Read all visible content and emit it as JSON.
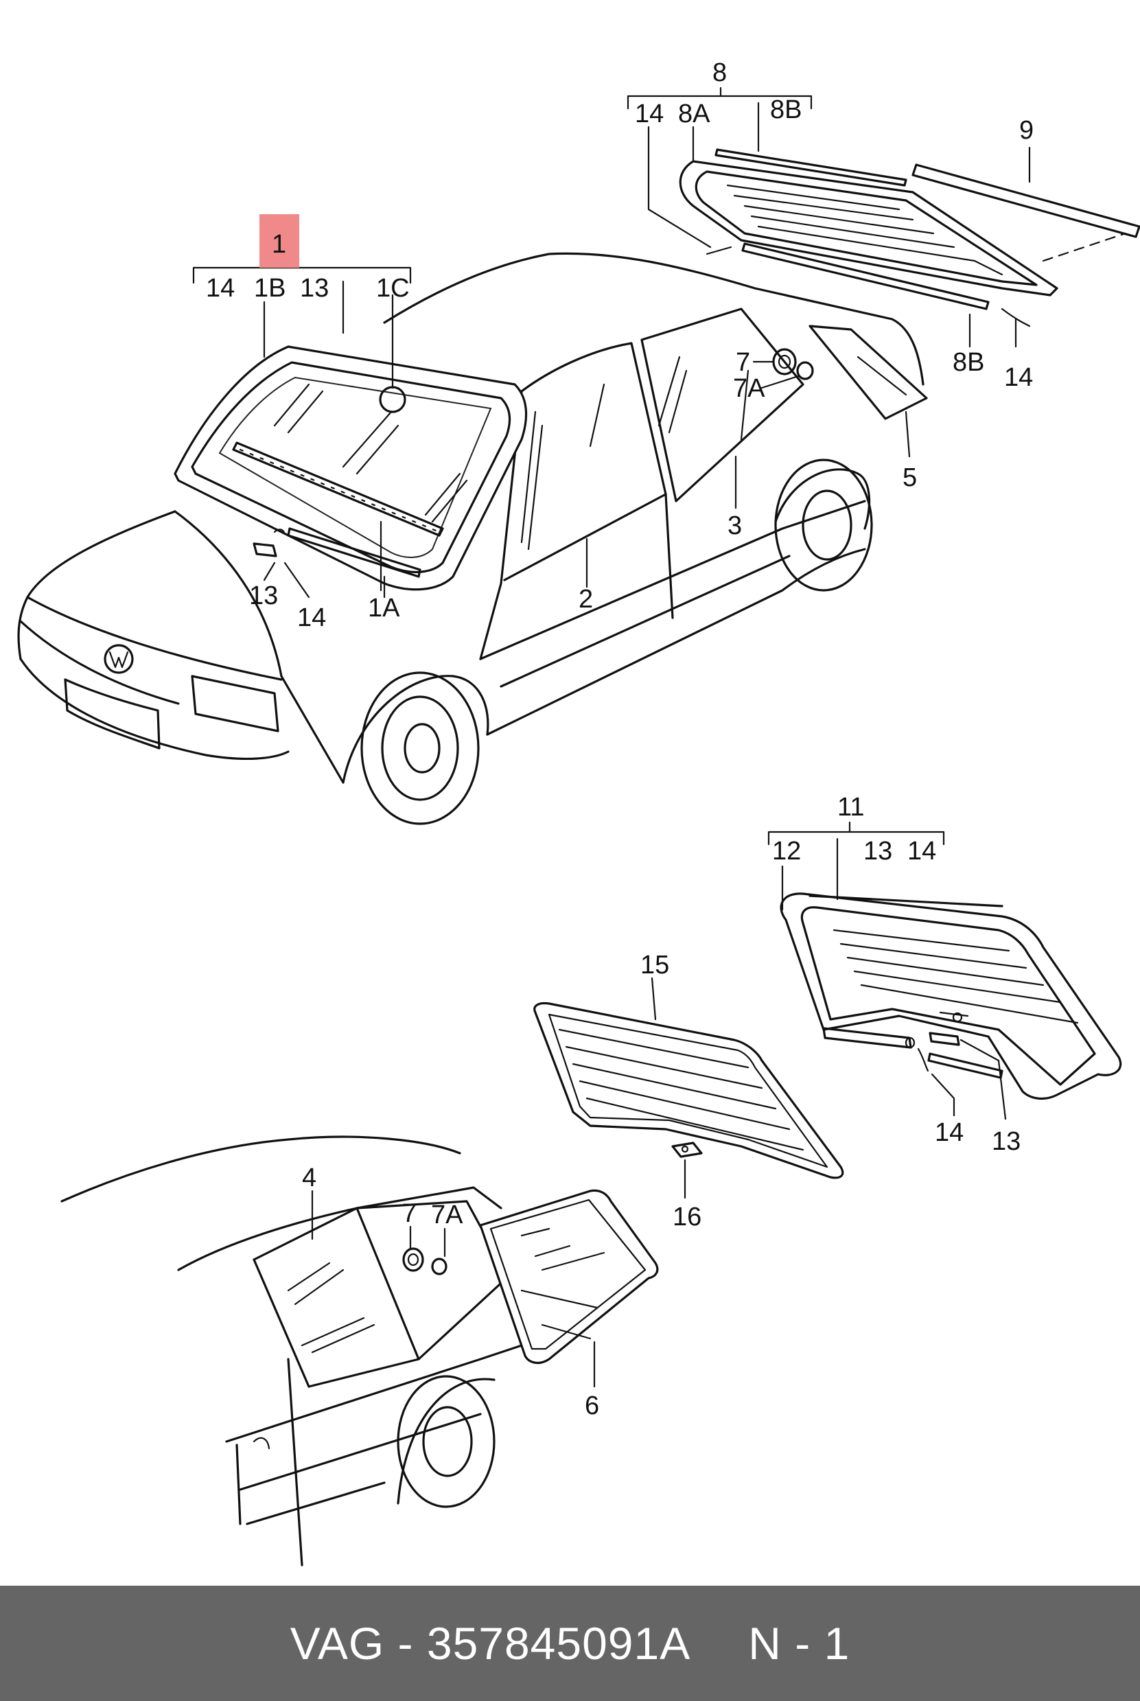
{
  "callouts": {
    "c1": "1",
    "c14a": "14",
    "c1b": "1B",
    "c13a": "13",
    "c1c": "1C",
    "c13b": "13",
    "c14b": "14",
    "c1a": "1A",
    "c2": "2",
    "c3": "3",
    "c7a_top": "7",
    "c7aa_top": "7A",
    "c5": "5",
    "c8": "8",
    "c14c": "14",
    "c8a": "8A",
    "c8b_top": "8B",
    "c9": "9",
    "c8b_bot": "8B",
    "c14d": "14",
    "c11": "11",
    "c12": "12",
    "c13c": "13",
    "c14e": "14",
    "c14f": "14",
    "c13d": "13",
    "c15": "15",
    "c16": "16",
    "c4": "4",
    "c7_bot": "7",
    "c7a_bot": "7A",
    "c6": "6"
  },
  "highlight_color": "#f08a8a",
  "footer": {
    "brand": "VAG",
    "separator": " - ",
    "part_number": "357845091A",
    "page_label": "N - 1",
    "background": "#656565"
  }
}
